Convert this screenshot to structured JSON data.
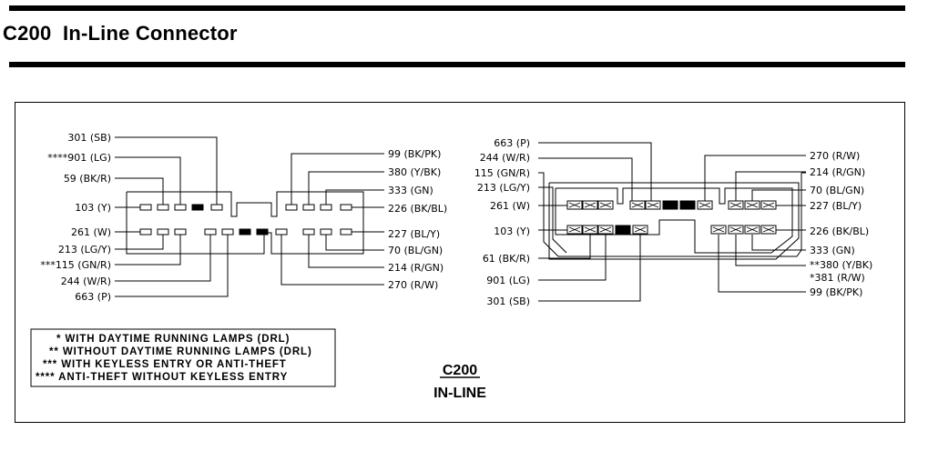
{
  "header": {
    "title": "C200  In-Line Connector"
  },
  "left_connector": {
    "left_labels": [
      "301 (SB)",
      "****901 (LG)",
      "59 (BK/R)",
      "103 (Y)",
      "261 (W)",
      "213 (LG/Y)",
      "***115 (GN/R)",
      "244 (W/R)",
      "663 (P)"
    ],
    "right_labels": [
      "99 (BK/PK)",
      "380 (Y/BK)",
      "333 (GN)",
      "226 (BK/BL)",
      "227 (BL/Y)",
      "70 (BL/GN)",
      "214 (R/GN)",
      "270 (R/W)"
    ]
  },
  "right_connector": {
    "left_labels": [
      "663 (P)",
      "244 (W/R)",
      "115 (GN/R)",
      "213 (LG/Y)",
      "261 (W)",
      "103 (Y)",
      "61 (BK/R)",
      "901 (LG)",
      "301 (SB)"
    ],
    "right_labels": [
      "270 (R/W)",
      "214 (R/GN)",
      "70 (BL/GN)",
      "227 (BL/Y)",
      "226 (BK/BL)",
      "333 (GN)",
      "**380 (Y/BK)",
      "*381 (R/W)",
      "99 (BK/PK)"
    ]
  },
  "legend": {
    "notes": [
      "* WITH DAYTIME RUNNING LAMPS (DRL)",
      "** WITHOUT DAYTIME RUNNING LAMPS (DRL)",
      "*** WITH KEYLESS ENTRY OR ANTI-THEFT",
      "**** ANTI-THEFT WITHOUT KEYLESS ENTRY"
    ]
  },
  "caption": {
    "connector_id": "C200",
    "connector_type": "IN-LINE"
  }
}
